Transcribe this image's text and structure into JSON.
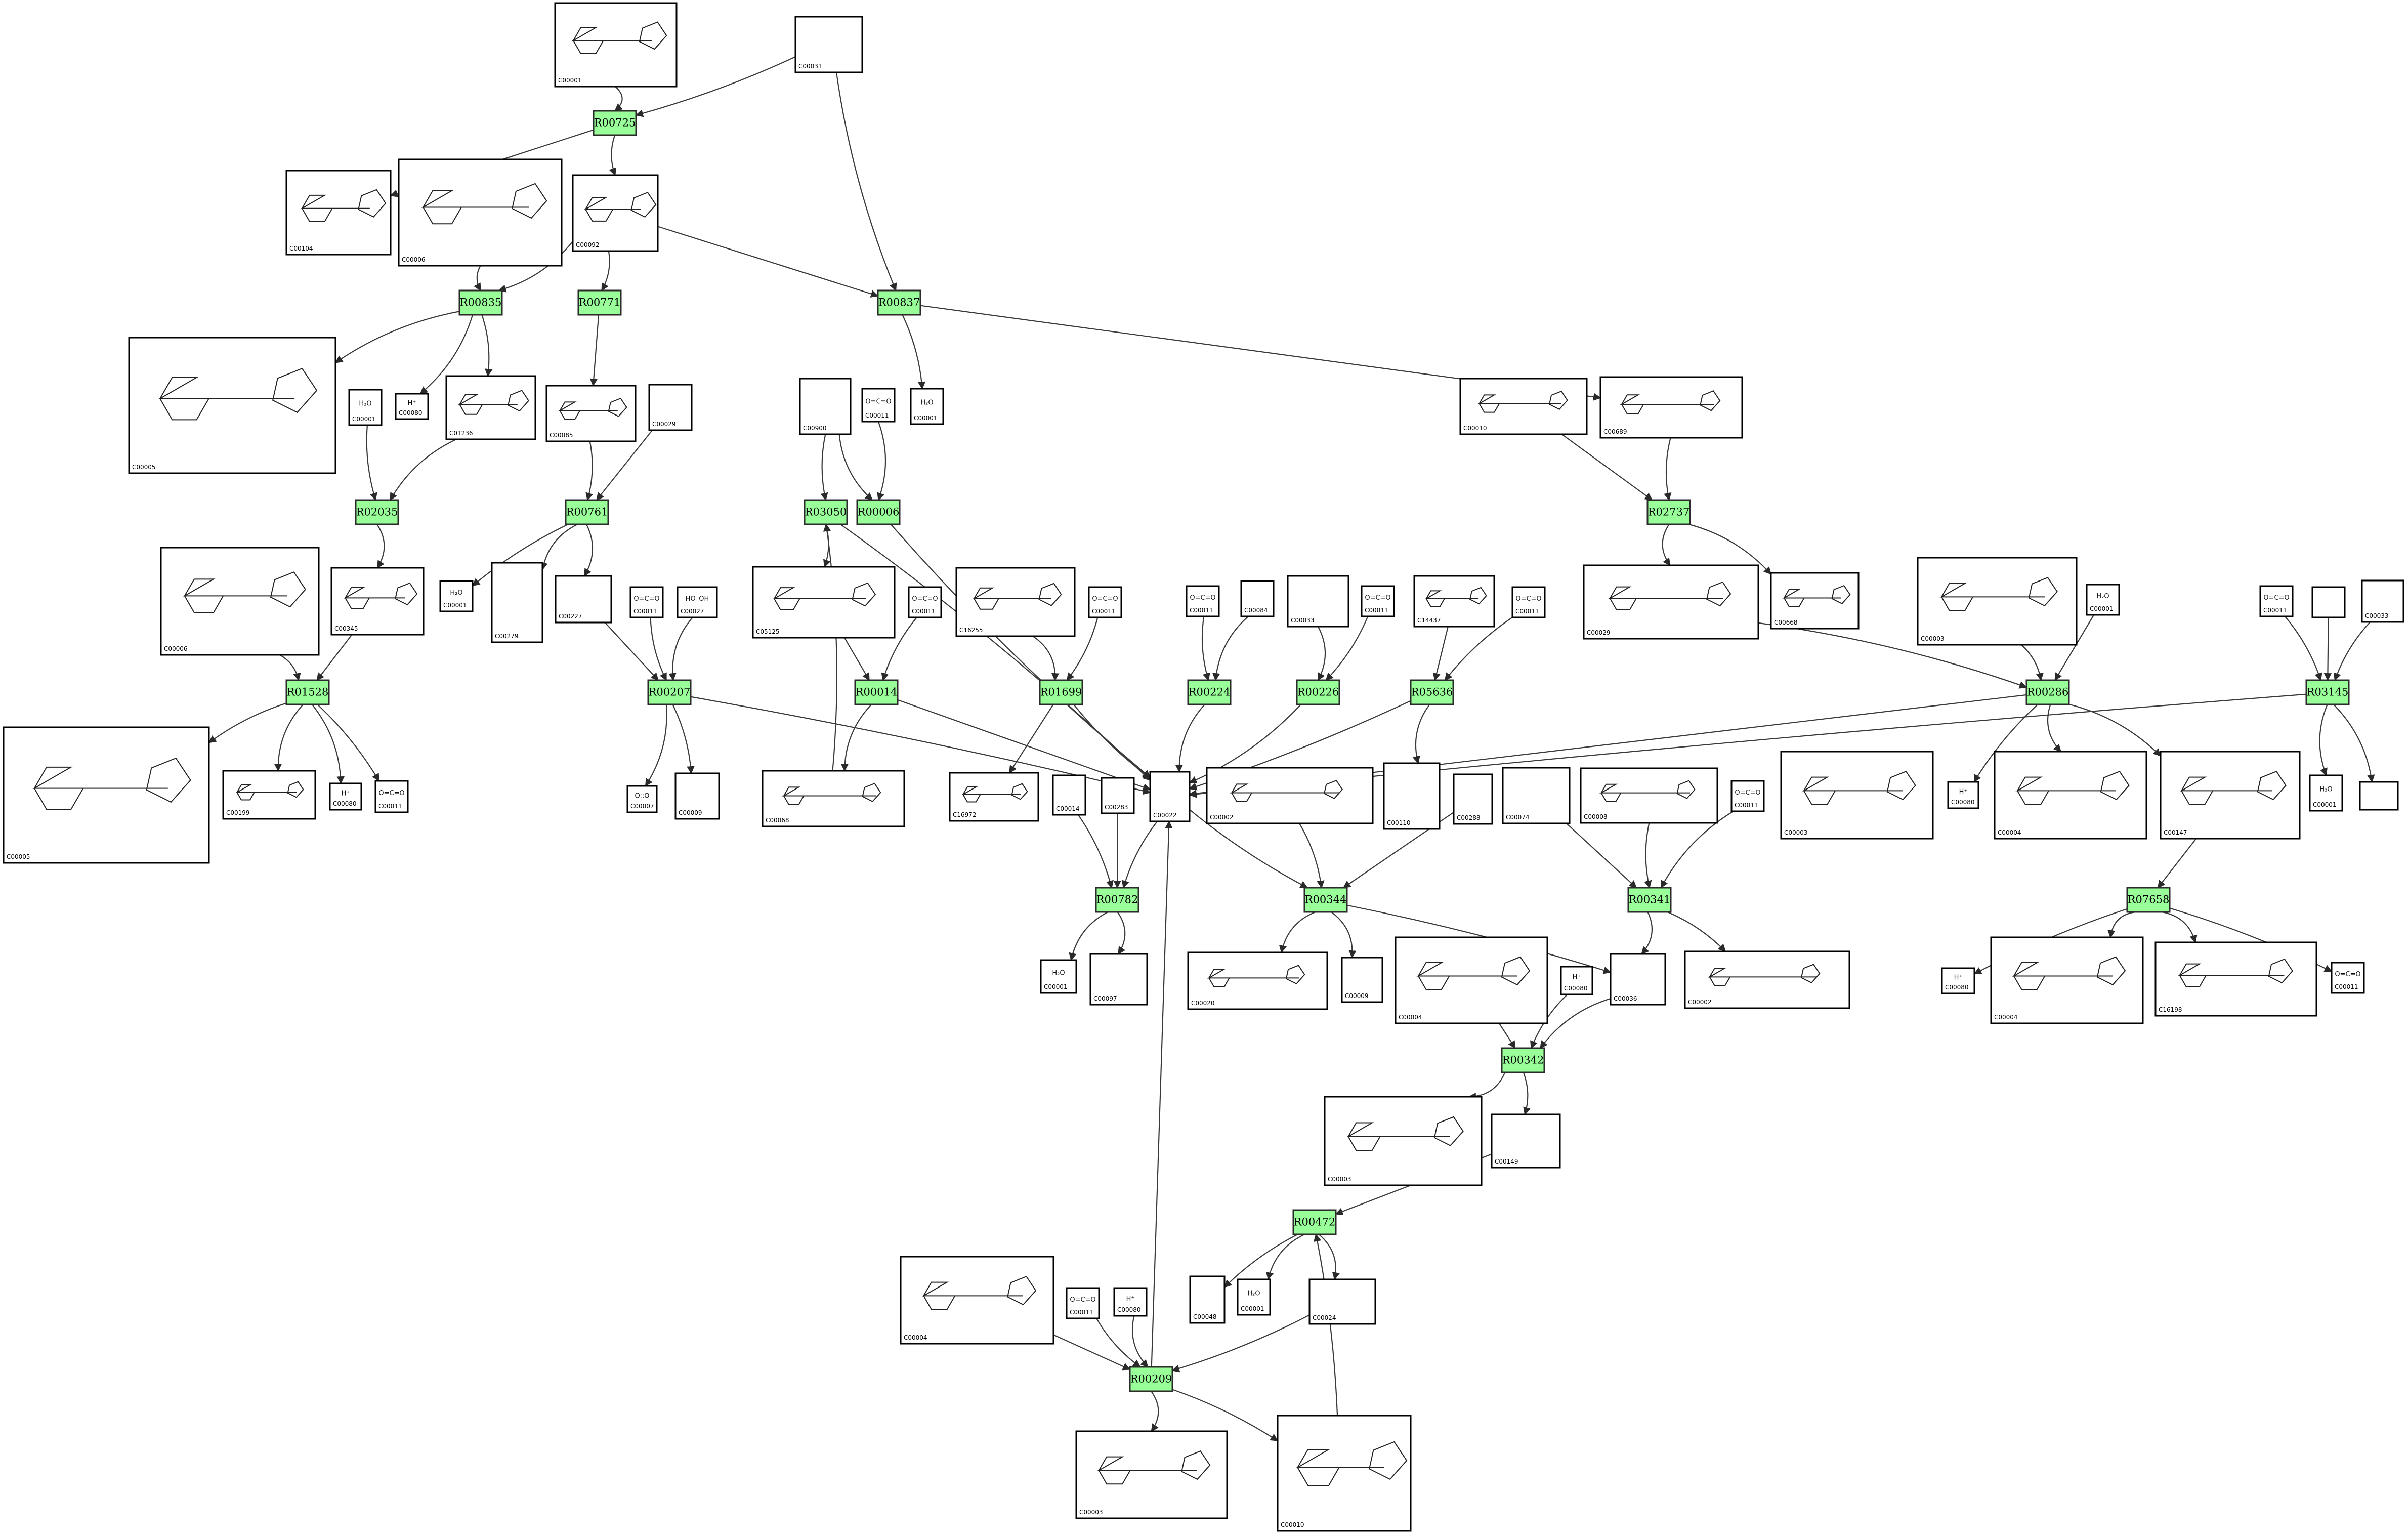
{
  "reactions": [
    "R00725",
    "R00835",
    "R00771",
    "R00837",
    "R02035",
    "R00761",
    "R03050",
    "R00006",
    "R02737",
    "R01528",
    "R00207",
    "R00014",
    "R01699",
    "R00224",
    "R00226",
    "R05636",
    "R00286",
    "R03145",
    "R00782",
    "R00344",
    "R00341",
    "R07658",
    "R00342",
    "R00472",
    "R00209"
  ],
  "compounds": [
    {
      "id": "C00001",
      "text": "",
      "label": "C00001"
    },
    {
      "id": "C00031",
      "text": "",
      "label": "C00031"
    },
    {
      "id": "C00104",
      "text": "",
      "label": "C00104"
    },
    {
      "id": "C00006a",
      "text": "",
      "label": "C00006"
    },
    {
      "id": "C00092",
      "text": "",
      "label": "C00092"
    },
    {
      "id": "C00005a",
      "text": "",
      "label": "C00005"
    },
    {
      "id": "C00001b",
      "text": "H₂O",
      "label": "C00001"
    },
    {
      "id": "C00080a",
      "text": "H⁺",
      "label": "C00080"
    },
    {
      "id": "C01236",
      "text": "",
      "label": "C01236"
    },
    {
      "id": "C00085",
      "text": "",
      "label": "C00085"
    },
    {
      "id": "C00029x",
      "text": "",
      "label": "C00029"
    },
    {
      "id": "C00900",
      "text": "",
      "label": "C00900"
    },
    {
      "id": "C00011a",
      "text": "O=C=O",
      "label": "C00011"
    },
    {
      "id": "C00001c",
      "text": "H₂O",
      "label": "C00001"
    },
    {
      "id": "C00010",
      "text": "",
      "label": "C00010"
    },
    {
      "id": "C00689",
      "text": "",
      "label": "C00689"
    },
    {
      "id": "C00006b",
      "text": "",
      "label": "C00006"
    },
    {
      "id": "C00345",
      "text": "",
      "label": "C00345"
    },
    {
      "id": "C00001d",
      "text": "H₂O",
      "label": "C00001"
    },
    {
      "id": "C00279",
      "text": "",
      "label": "C00279"
    },
    {
      "id": "C00227",
      "text": "",
      "label": "C00227"
    },
    {
      "id": "C00011b",
      "text": "O=C=O",
      "label": "C00011"
    },
    {
      "id": "C00027",
      "text": "HO–OH",
      "label": "C00027"
    },
    {
      "id": "C05125",
      "text": "",
      "label": "C05125"
    },
    {
      "id": "C00011c",
      "text": "O=C=O",
      "label": "C00011"
    },
    {
      "id": "C16255",
      "text": "",
      "label": "C16255"
    },
    {
      "id": "C00011d",
      "text": "O=C=O",
      "label": "C00011"
    },
    {
      "id": "C00011e",
      "text": "O=C=O",
      "label": "C00011"
    },
    {
      "id": "C00084",
      "text": "",
      "label": "C00084"
    },
    {
      "id": "C00033",
      "text": "",
      "label": "C00033"
    },
    {
      "id": "C00011f",
      "text": "O=C=O",
      "label": "C00011"
    },
    {
      "id": "C14437",
      "text": "",
      "label": "C14437"
    },
    {
      "id": "C00011g",
      "text": "O=C=O",
      "label": "C00011"
    },
    {
      "id": "C00029",
      "text": "",
      "label": "C00029"
    },
    {
      "id": "C00668",
      "text": "",
      "label": "C00668"
    },
    {
      "id": "C00003a",
      "text": "",
      "label": "C00003"
    },
    {
      "id": "C00001e",
      "text": "H₂O",
      "label": "C00001"
    },
    {
      "id": "C00011h",
      "text": "O=C=O",
      "label": "C00011"
    },
    {
      "id": "C00empty1",
      "text": "",
      "label": ""
    },
    {
      "id": "C00033b",
      "text": "",
      "label": "C00033"
    },
    {
      "id": "C00005b",
      "text": "",
      "label": "C00005"
    },
    {
      "id": "C00199",
      "text": "",
      "label": "C00199"
    },
    {
      "id": "C00080b",
      "text": "H⁺",
      "label": "C00080"
    },
    {
      "id": "C00011i",
      "text": "O=C=O",
      "label": "C00011"
    },
    {
      "id": "C00007",
      "text": "O::O",
      "label": "C00007"
    },
    {
      "id": "C00009a",
      "text": "",
      "label": "C00009"
    },
    {
      "id": "C00068",
      "text": "",
      "label": "C00068"
    },
    {
      "id": "C16972",
      "text": "",
      "label": "C16972"
    },
    {
      "id": "C00014",
      "text": "",
      "label": "C00014"
    },
    {
      "id": "C00283",
      "text": "",
      "label": "C00283"
    },
    {
      "id": "C00022",
      "text": "",
      "label": "C00022"
    },
    {
      "id": "C00002a",
      "text": "",
      "label": "C00002"
    },
    {
      "id": "C00110",
      "text": "",
      "label": "C00110"
    },
    {
      "id": "C00288",
      "text": "",
      "label": "C00288"
    },
    {
      "id": "C00074",
      "text": "",
      "label": "C00074"
    },
    {
      "id": "C00008",
      "text": "",
      "label": "C00008"
    },
    {
      "id": "C00011j",
      "text": "O=C=O",
      "label": "C00011"
    },
    {
      "id": "C00003b",
      "text": "",
      "label": "C00003"
    },
    {
      "id": "C00004a",
      "text": "",
      "label": "C00004"
    },
    {
      "id": "C00147",
      "text": "",
      "label": "C00147"
    },
    {
      "id": "C00080c",
      "text": "H⁺",
      "label": "C00080"
    },
    {
      "id": "C00001f",
      "text": "H₂O",
      "label": "C00001"
    },
    {
      "id": "C00empty2",
      "text": "",
      "label": ""
    },
    {
      "id": "C00001g",
      "text": "H₂O",
      "label": "C00001"
    },
    {
      "id": "C00097",
      "text": "",
      "label": "C00097"
    },
    {
      "id": "C00020",
      "text": "",
      "label": "C00020"
    },
    {
      "id": "C00009b",
      "text": "",
      "label": "C00009"
    },
    {
      "id": "C00004b",
      "text": "",
      "label": "C00004"
    },
    {
      "id": "C00080d",
      "text": "H⁺",
      "label": "C00080"
    },
    {
      "id": "C00036",
      "text": "",
      "label": "C00036"
    },
    {
      "id": "C00002b",
      "text": "",
      "label": "C00002"
    },
    {
      "id": "C00080e",
      "text": "H⁺",
      "label": "C00080"
    },
    {
      "id": "C00004c",
      "text": "",
      "label": "C00004"
    },
    {
      "id": "C16198",
      "text": "",
      "label": "C16198"
    },
    {
      "id": "C00011k",
      "text": "O=C=O",
      "label": "C00011"
    },
    {
      "id": "C00003c",
      "text": "",
      "label": "C00003"
    },
    {
      "id": "C00149",
      "text": "",
      "label": "C00149"
    },
    {
      "id": "C00048",
      "text": "",
      "label": "C00048"
    },
    {
      "id": "C00001h",
      "text": "H₂O",
      "label": "C00001"
    },
    {
      "id": "C00024",
      "text": "",
      "label": "C00024"
    },
    {
      "id": "C00004d",
      "text": "",
      "label": "C00004"
    },
    {
      "id": "C00011l",
      "text": "O=C=O",
      "label": "C00011"
    },
    {
      "id": "C00080f",
      "text": "H⁺",
      "label": "C00080"
    },
    {
      "id": "C00003d",
      "text": "",
      "label": "C00003"
    },
    {
      "id": "C00010b",
      "text": "",
      "label": "C00010"
    }
  ]
}
